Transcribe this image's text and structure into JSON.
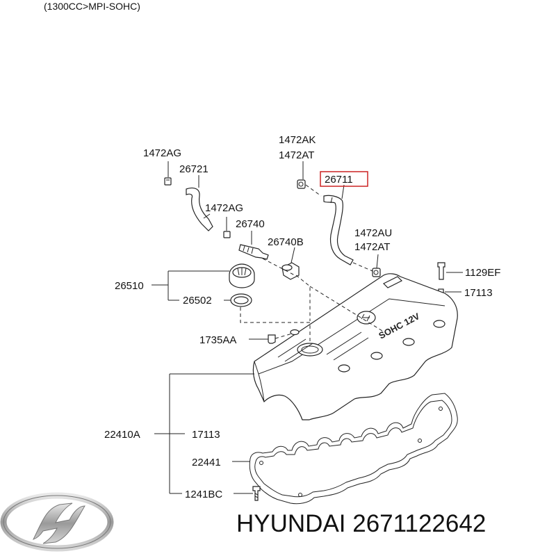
{
  "header": {
    "engine_spec": "(1300CC>MPI-SOHC)"
  },
  "callouts": {
    "c1472AG_top": "1472AG",
    "c26721": "26721",
    "c1472AG_mid": "1472AG",
    "c26740": "26740",
    "c26740B": "26740B",
    "c1472AK": "1472AK",
    "c1472AT_top": "1472AT",
    "c26711": "26711",
    "c1472AU": "1472AU",
    "c1472AT_mid": "1472AT",
    "c1129EF": "1129EF",
    "c17113_right": "17113",
    "c26510": "26510",
    "c26502": "26502",
    "c1735AA": "1735AA",
    "c22410A": "22410A",
    "c17113_left": "17113",
    "c22441": "22441",
    "c1241BC": "1241BC"
  },
  "cover_marking": "SOHC 12V",
  "highlight_color": "#cc2222",
  "brand": {
    "logo": "hyundai-logo",
    "caption": "HYUNDAI 2671122642"
  }
}
